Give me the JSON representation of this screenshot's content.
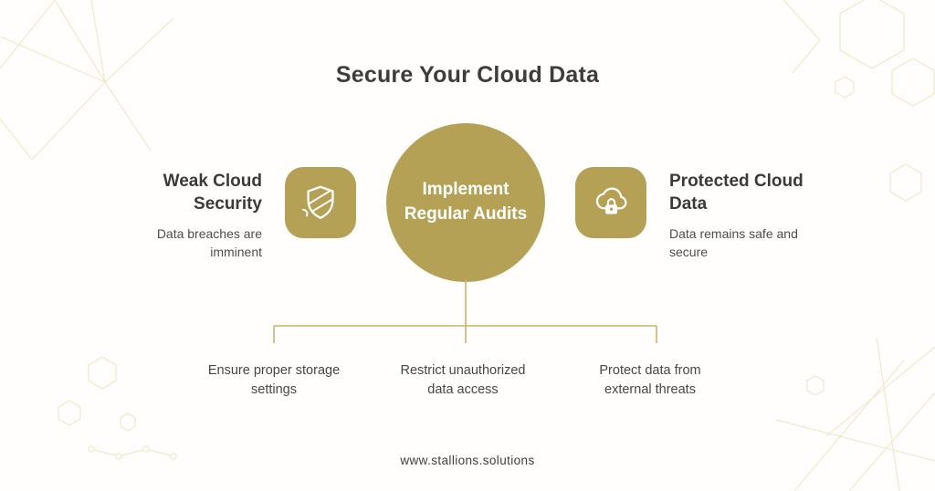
{
  "page": {
    "title": "Secure Your Cloud Data",
    "footer_url": "www.stallions.solutions"
  },
  "colors": {
    "gold": "#b5a156",
    "line": "#c9b26a",
    "text_dark": "#3d3d3d",
    "decor": "#e7d9ae"
  },
  "problem": {
    "heading": "Weak Cloud Security",
    "description": "Data breaches are imminent",
    "icon": "shield-icon"
  },
  "solution": {
    "label": "Implement Regular Audits"
  },
  "result": {
    "heading": "Protected Cloud Data",
    "description": "Data remains safe and secure",
    "icon": "cloud-lock-icon"
  },
  "outcomes": [
    {
      "label": "Ensure proper storage settings"
    },
    {
      "label": "Restrict unauthorized data access"
    },
    {
      "label": "Protect data from external threats"
    }
  ]
}
